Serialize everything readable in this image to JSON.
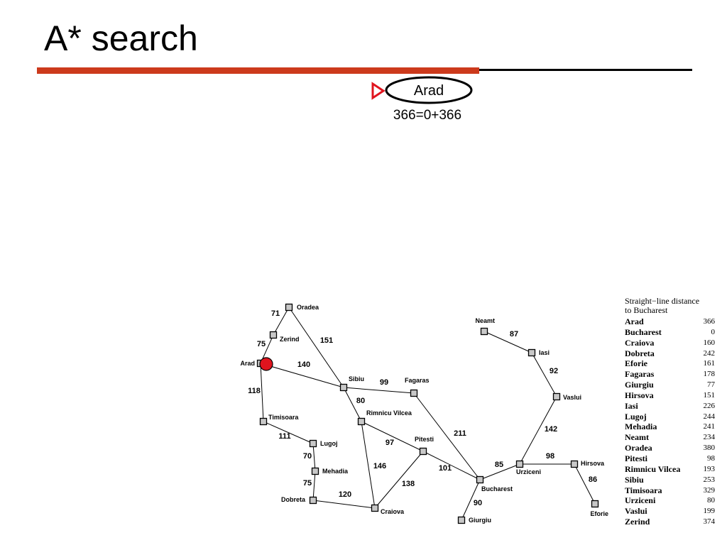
{
  "slide": {
    "title": "A* search",
    "colors": {
      "accent_red": "#cc3a1c",
      "rule_black": "#000000",
      "node_fill": "#c8c8c8",
      "marker_red": "#e0141e"
    }
  },
  "search_tree": {
    "root": {
      "label": "Arad",
      "f_value": "366=0+366"
    },
    "expand_marker": "red-triangle-icon"
  },
  "map": {
    "cities": [
      {
        "name": "Oradea"
      },
      {
        "name": "Zerind"
      },
      {
        "name": "Arad"
      },
      {
        "name": "Timisoara"
      },
      {
        "name": "Lugoj"
      },
      {
        "name": "Mehadia"
      },
      {
        "name": "Dobreta"
      },
      {
        "name": "Craiova"
      },
      {
        "name": "Sibiu"
      },
      {
        "name": "Fagaras"
      },
      {
        "name": "Rimnicu Vilcea"
      },
      {
        "name": "Pitesti"
      },
      {
        "name": "Bucharest"
      },
      {
        "name": "Giurgiu"
      },
      {
        "name": "Urziceni"
      },
      {
        "name": "Hirsova"
      },
      {
        "name": "Eforie"
      },
      {
        "name": "Vaslui"
      },
      {
        "name": "Iasi"
      },
      {
        "name": "Neamt"
      }
    ],
    "roads": [
      {
        "from": "Oradea",
        "to": "Zerind",
        "cost": "71"
      },
      {
        "from": "Zerind",
        "to": "Arad",
        "cost": "75"
      },
      {
        "from": "Oradea",
        "to": "Sibiu",
        "cost": "151"
      },
      {
        "from": "Arad",
        "to": "Sibiu",
        "cost": "140"
      },
      {
        "from": "Arad",
        "to": "Timisoara",
        "cost": "118"
      },
      {
        "from": "Timisoara",
        "to": "Lugoj",
        "cost": "111"
      },
      {
        "from": "Lugoj",
        "to": "Mehadia",
        "cost": "70"
      },
      {
        "from": "Mehadia",
        "to": "Dobreta",
        "cost": "75"
      },
      {
        "from": "Dobreta",
        "to": "Craiova",
        "cost": "120"
      },
      {
        "from": "Sibiu",
        "to": "Fagaras",
        "cost": "99"
      },
      {
        "from": "Sibiu",
        "to": "Rimnicu Vilcea",
        "cost": "80"
      },
      {
        "from": "Rimnicu Vilcea",
        "to": "Pitesti",
        "cost": "97"
      },
      {
        "from": "Rimnicu Vilcea",
        "to": "Craiova",
        "cost": "146"
      },
      {
        "from": "Craiova",
        "to": "Pitesti",
        "cost": "138"
      },
      {
        "from": "Fagaras",
        "to": "Bucharest",
        "cost": "211"
      },
      {
        "from": "Pitesti",
        "to": "Bucharest",
        "cost": "101"
      },
      {
        "from": "Bucharest",
        "to": "Giurgiu",
        "cost": "90"
      },
      {
        "from": "Bucharest",
        "to": "Urziceni",
        "cost": "85"
      },
      {
        "from": "Urziceni",
        "to": "Hirsova",
        "cost": "98"
      },
      {
        "from": "Hirsova",
        "to": "Eforie",
        "cost": "86"
      },
      {
        "from": "Urziceni",
        "to": "Vaslui",
        "cost": "142"
      },
      {
        "from": "Vaslui",
        "to": "Iasi",
        "cost": "92"
      },
      {
        "from": "Iasi",
        "to": "Neamt",
        "cost": "87"
      }
    ],
    "current_city": "Arad"
  },
  "straight_line": {
    "title_line1": "Straight−line distance",
    "title_line2": "to Bucharest",
    "rows": [
      {
        "city": "Arad",
        "dist": "366"
      },
      {
        "city": "Bucharest",
        "dist": "0"
      },
      {
        "city": "Craiova",
        "dist": "160"
      },
      {
        "city": "Dobreta",
        "dist": "242"
      },
      {
        "city": "Eforie",
        "dist": "161"
      },
      {
        "city": "Fagaras",
        "dist": "178"
      },
      {
        "city": "Giurgiu",
        "dist": "77"
      },
      {
        "city": "Hirsova",
        "dist": "151"
      },
      {
        "city": "Iasi",
        "dist": "226"
      },
      {
        "city": "Lugoj",
        "dist": "244"
      },
      {
        "city": "Mehadia",
        "dist": "241"
      },
      {
        "city": "Neamt",
        "dist": "234"
      },
      {
        "city": "Oradea",
        "dist": "380"
      },
      {
        "city": "Pitesti",
        "dist": "98"
      },
      {
        "city": "Rimnicu Vilcea",
        "dist": "193"
      },
      {
        "city": "Sibiu",
        "dist": "253"
      },
      {
        "city": "Timisoara",
        "dist": "329"
      },
      {
        "city": "Urziceni",
        "dist": "80"
      },
      {
        "city": "Vaslui",
        "dist": "199"
      },
      {
        "city": "Zerind",
        "dist": "374"
      }
    ]
  }
}
